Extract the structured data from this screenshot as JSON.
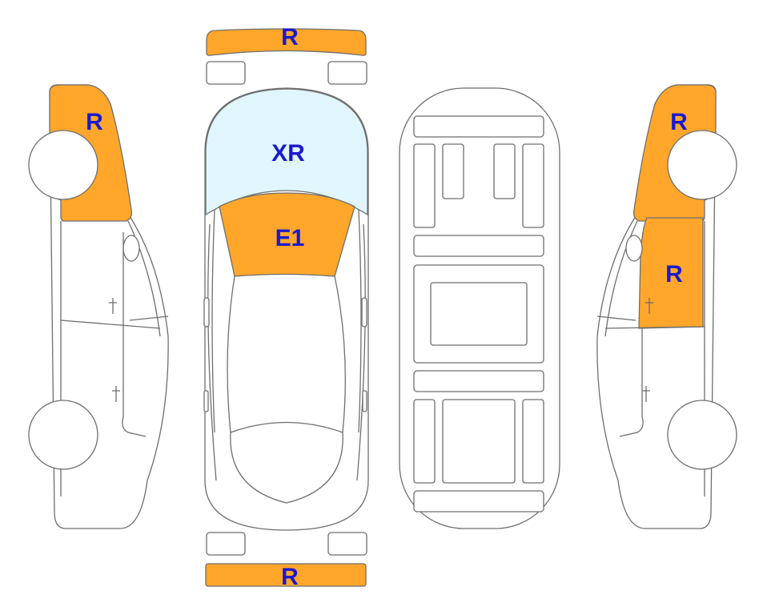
{
  "colors": {
    "damage_fill": "#ffa62b",
    "glass_fill": "#e0f6fc",
    "outline": "#6e6e6e",
    "label": "#1a1acc"
  },
  "labels": {
    "front_bumper": "R",
    "windshield": "XR",
    "hood": "E1",
    "rear_bumper": "R",
    "left_front_fender": "R",
    "right_rear_quarter": "R",
    "right_rear_door": "R"
  }
}
